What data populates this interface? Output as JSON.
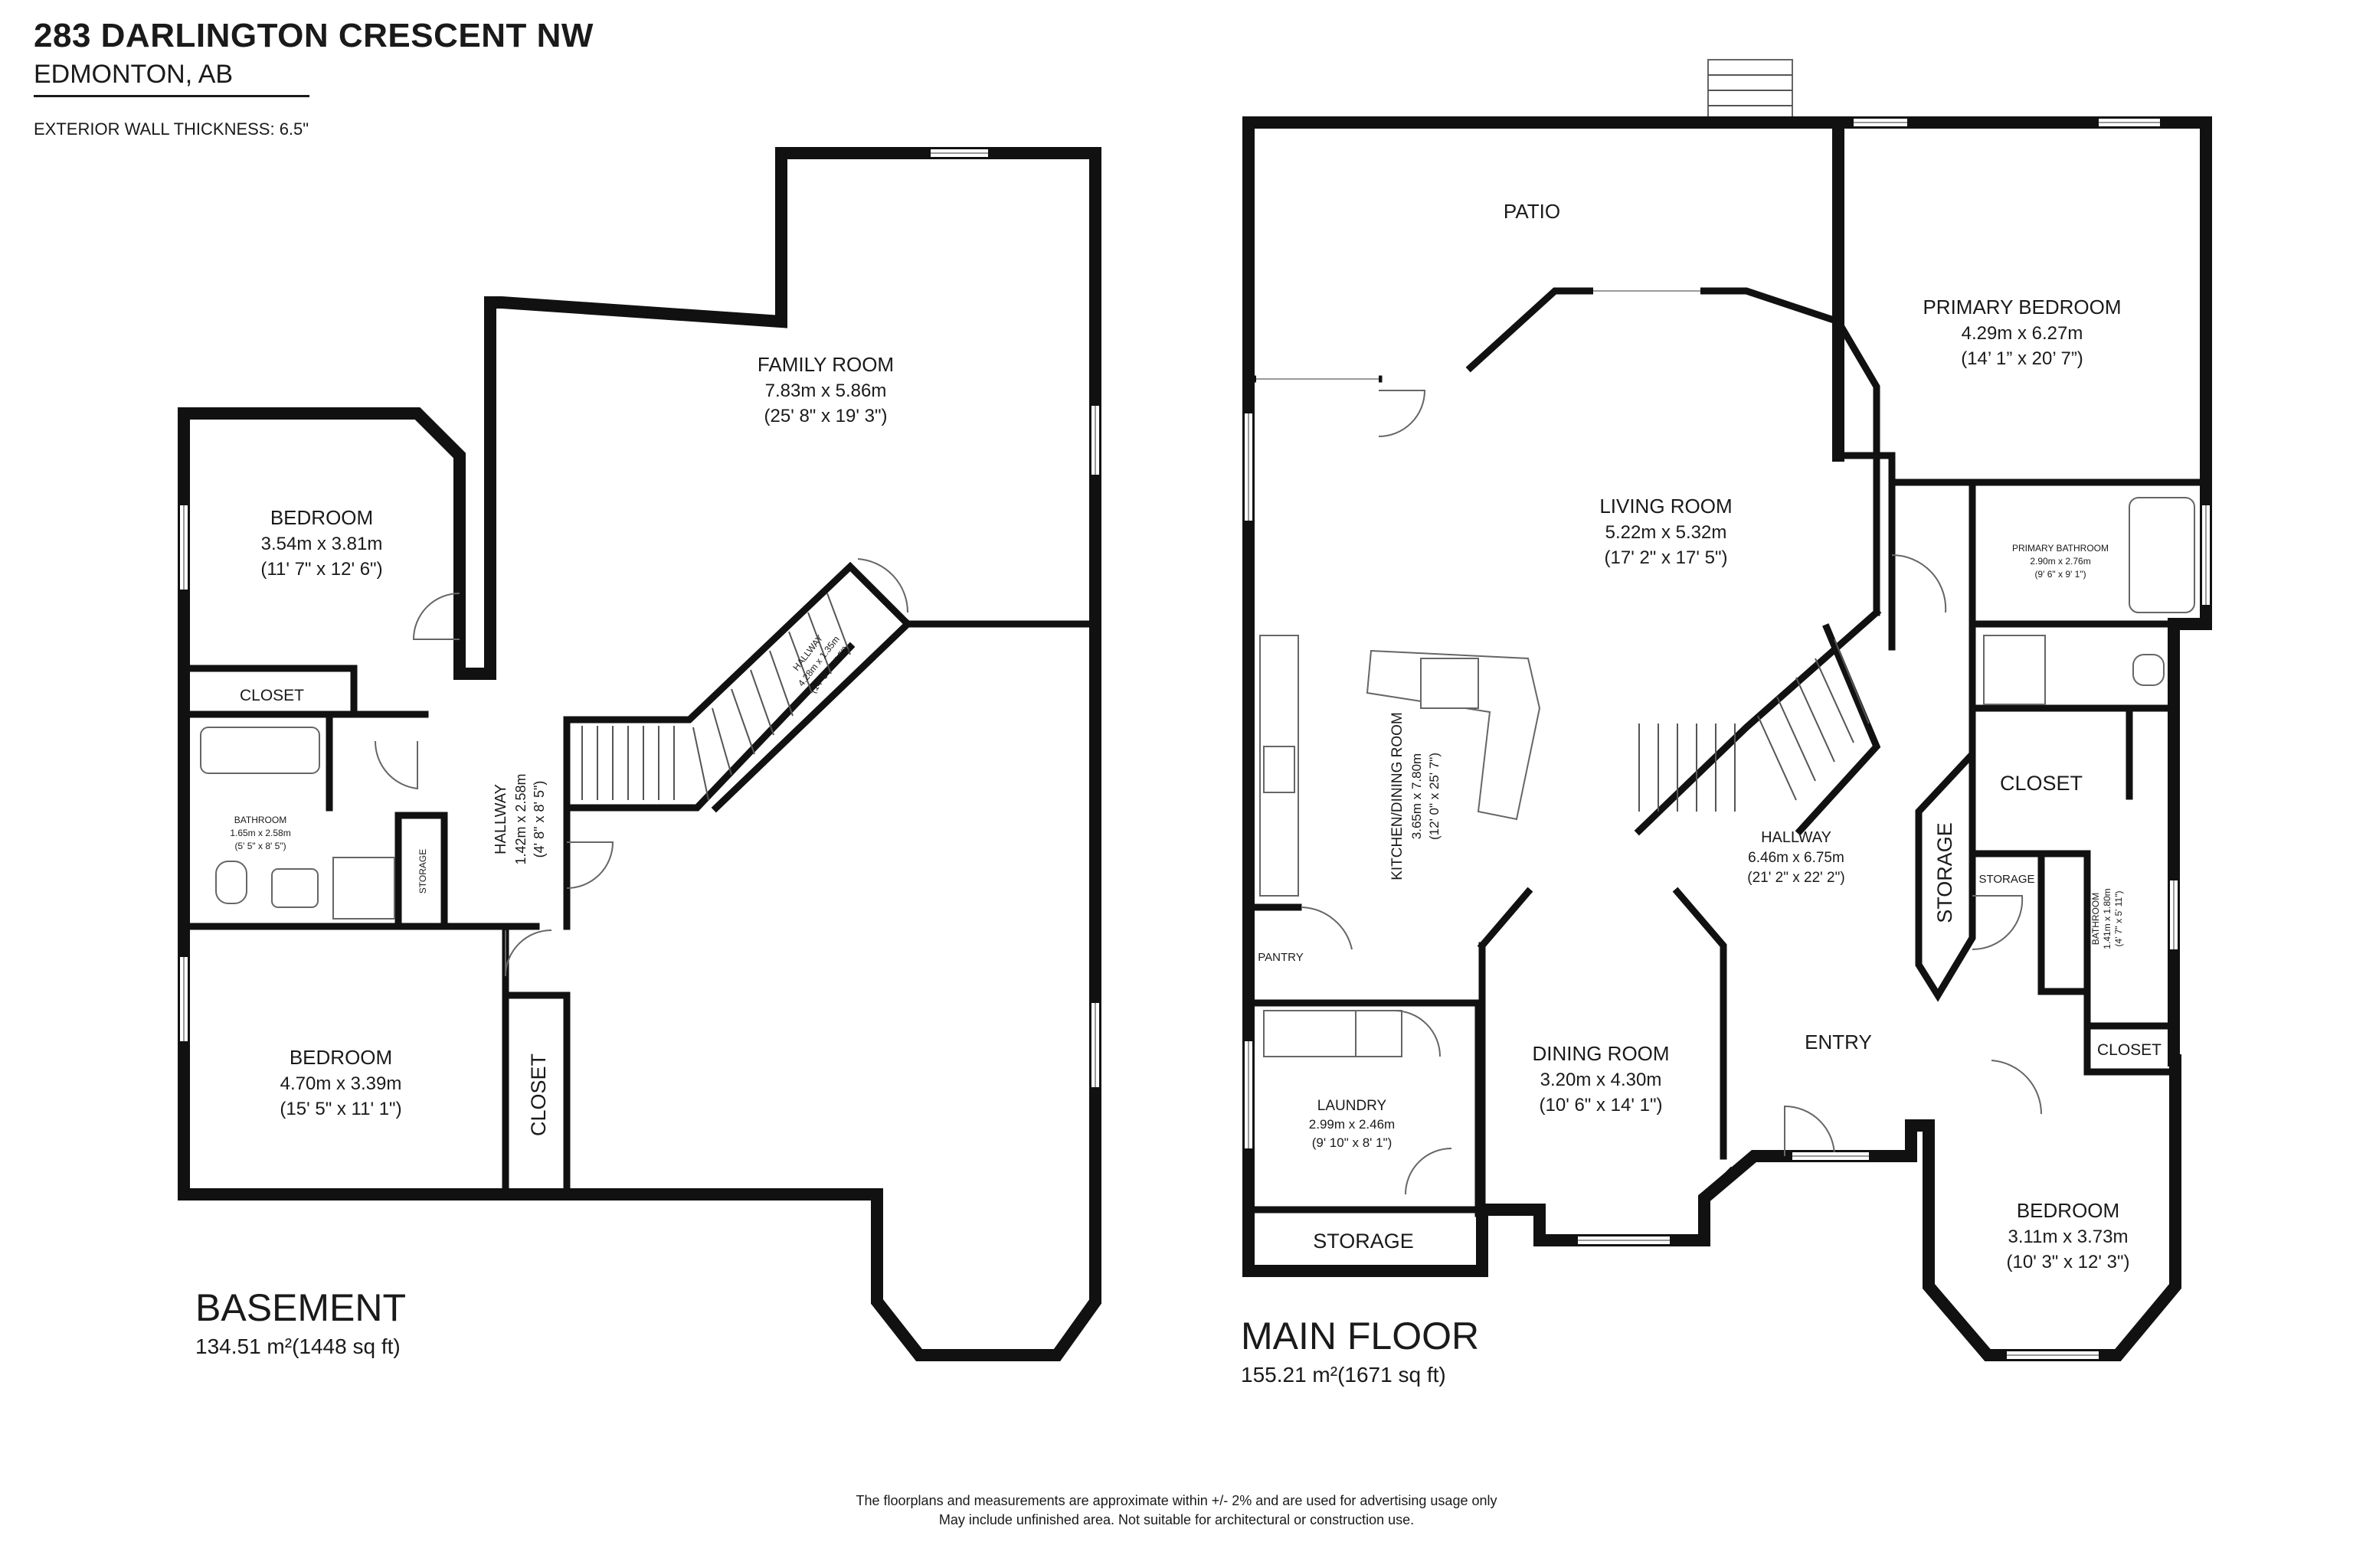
{
  "header": {
    "address": "283 DARLINGTON CRESCENT NW",
    "city": "EDMONTON, AB",
    "wall_note": "EXTERIOR WALL THICKNESS: 6.5\""
  },
  "basement": {
    "name": "BASEMENT",
    "area": "134.51 m²(1448 sq ft)",
    "family_room": {
      "name": "FAMILY ROOM",
      "metric": "7.83m x 5.86m",
      "imperial": "(25' 8\" x 19' 3\")"
    },
    "bedroom_1": {
      "name": "BEDROOM",
      "metric": "3.54m x 3.81m",
      "imperial": "(11' 7\" x 12' 6\")"
    },
    "closet_1": {
      "name": "CLOSET"
    },
    "bathroom": {
      "name": "BATHROOM",
      "metric": "1.65m x 2.58m",
      "imperial": "(5' 5\" x 8' 5\")"
    },
    "storage": {
      "name": "STORAGE"
    },
    "hallway_1": {
      "name": "HALLWAY",
      "metric": "1.42m x 2.58m",
      "imperial": "(4' 8\" x 8' 5\")"
    },
    "hallway_2": {
      "name": "HALLWAY",
      "metric": "4.28m x 1.35m",
      "imperial": "(14' 0\" x 4' 5\")"
    },
    "bedroom_2": {
      "name": "BEDROOM",
      "metric": "4.70m x 3.39m",
      "imperial": "(15' 5\" x 11' 1\")"
    },
    "closet_2": {
      "name": "CLOSET"
    }
  },
  "main_floor": {
    "name": "MAIN FLOOR",
    "area": "155.21 m²(1671 sq ft)",
    "patio": {
      "name": "PATIO"
    },
    "primary_bedroom": {
      "name": "PRIMARY BEDROOM",
      "metric": "4.29m x 6.27m",
      "imperial": "(14’ 1” x 20’ 7”)"
    },
    "living_room": {
      "name": "LIVING ROOM",
      "metric": "5.22m x 5.32m",
      "imperial": "(17' 2\" x 17' 5\")"
    },
    "primary_bathroom": {
      "name": "PRIMARY BATHROOM",
      "metric": "2.90m x 2.76m",
      "imperial": "(9' 6\" x 9' 1\")"
    },
    "kitchen": {
      "name": "KITCHEN/DINING ROOM",
      "metric": "3.65m x 7.80m",
      "imperial": "(12' 0\" x 25' 7\")"
    },
    "hallway": {
      "name": "HALLWAY",
      "metric": "6.46m x 6.75m",
      "imperial": "(21' 2\" x 22' 2\")"
    },
    "closet_1": {
      "name": "CLOSET"
    },
    "storage_1": {
      "name": "STORAGE"
    },
    "storage_2": {
      "name": "STORAGE"
    },
    "bathroom": {
      "name": "BATHROOM",
      "metric": "1.41m x 1.80m",
      "imperial": "(4' 7\" x 5' 11\")"
    },
    "closet_2": {
      "name": "CLOSET"
    },
    "pantry": {
      "name": "PANTRY"
    },
    "laundry": {
      "name": "LAUNDRY",
      "metric": "2.99m x 2.46m",
      "imperial": "(9' 10\" x 8' 1\")"
    },
    "storage_3": {
      "name": "STORAGE"
    },
    "dining_room": {
      "name": "DINING ROOM",
      "metric": "3.20m x 4.30m",
      "imperial": "(10' 6\" x 14' 1\")"
    },
    "entry": {
      "name": "ENTRY"
    },
    "bedroom": {
      "name": "BEDROOM",
      "metric": "3.11m x 3.73m",
      "imperial": "(10' 3\" x 12' 3\")"
    }
  },
  "footer": {
    "line1": "The floorplans and measurements are approximate within +/- 2% and are used for advertising usage only",
    "line2": "May include unfinished area. Not suitable for architectural or construction use."
  }
}
